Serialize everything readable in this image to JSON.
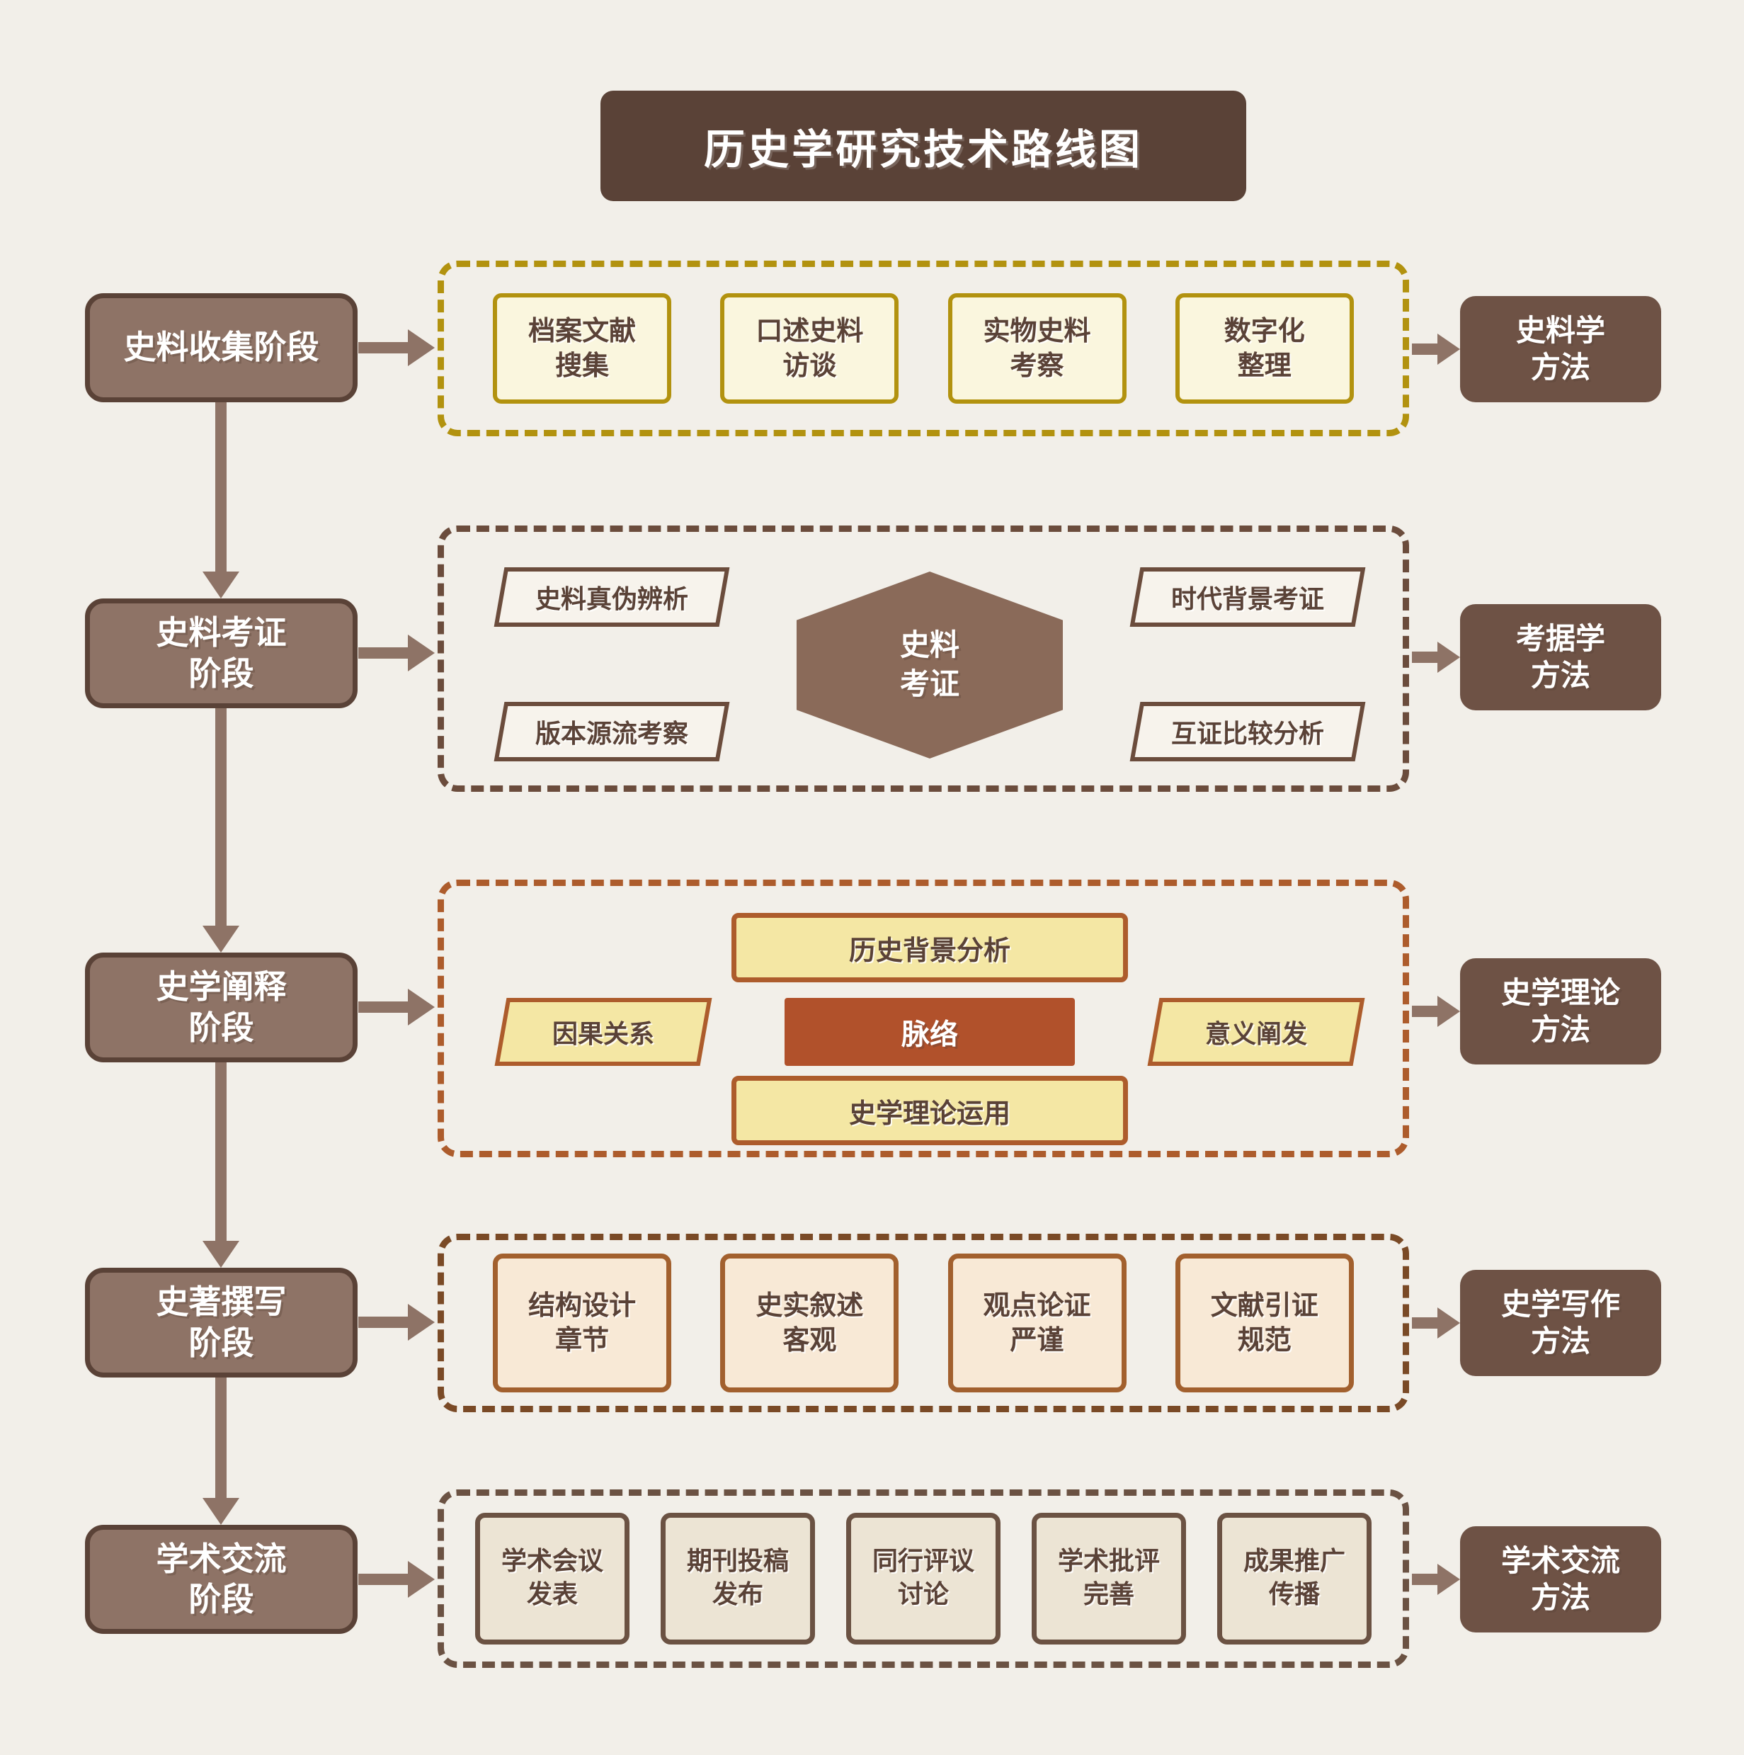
{
  "title": "历史学研究技术路线图",
  "colors": {
    "background": "#f2efe9",
    "dark_brown": "#5a4237",
    "stage_fill": "#8e7366",
    "method_fill": "#6e5245",
    "gold_border": "#b2920f",
    "cream_fill": "#faf6de",
    "brown_border": "#6b4c3c",
    "hexagon_fill": "#8a6a59",
    "orange_border": "#ad5c2c",
    "yellow_fill": "#f4e7a4",
    "core_orange_fill": "#b1512b",
    "peach_fill": "#f8e9d6",
    "beige_fill": "#ece4d4"
  },
  "rows": [
    {
      "stage": "史料收集阶段",
      "method": "史料学\n方法",
      "items": [
        "档案文献\n搜集",
        "口述史料\n访谈",
        "实物史料\n考察",
        "数字化\n整理"
      ]
    },
    {
      "stage": "史料考证\n阶段",
      "method": "考据学\n方法",
      "hexagon": "史料\n考证",
      "items": [
        "史料真伪辨析",
        "时代背景考证",
        "版本源流考察",
        "互证比较分析"
      ]
    },
    {
      "stage": "史学阐释\n阶段",
      "method": "史学理论\n方法",
      "top": "历史背景分析",
      "left": "因果关系",
      "center": "脉络",
      "right": "意义阐发",
      "bottom": "史学理论运用"
    },
    {
      "stage": "史著撰写\n阶段",
      "method": "史学写作\n方法",
      "items": [
        "结构设计\n章节",
        "史实叙述\n客观",
        "观点论证\n严谨",
        "文献引证\n规范"
      ]
    },
    {
      "stage": "学术交流\n阶段",
      "method": "学术交流\n方法",
      "items": [
        "学术会议\n发表",
        "期刊投稿\n发布",
        "同行评议\n讨论",
        "学术批评\n完善",
        "成果推广\n传播"
      ]
    }
  ]
}
